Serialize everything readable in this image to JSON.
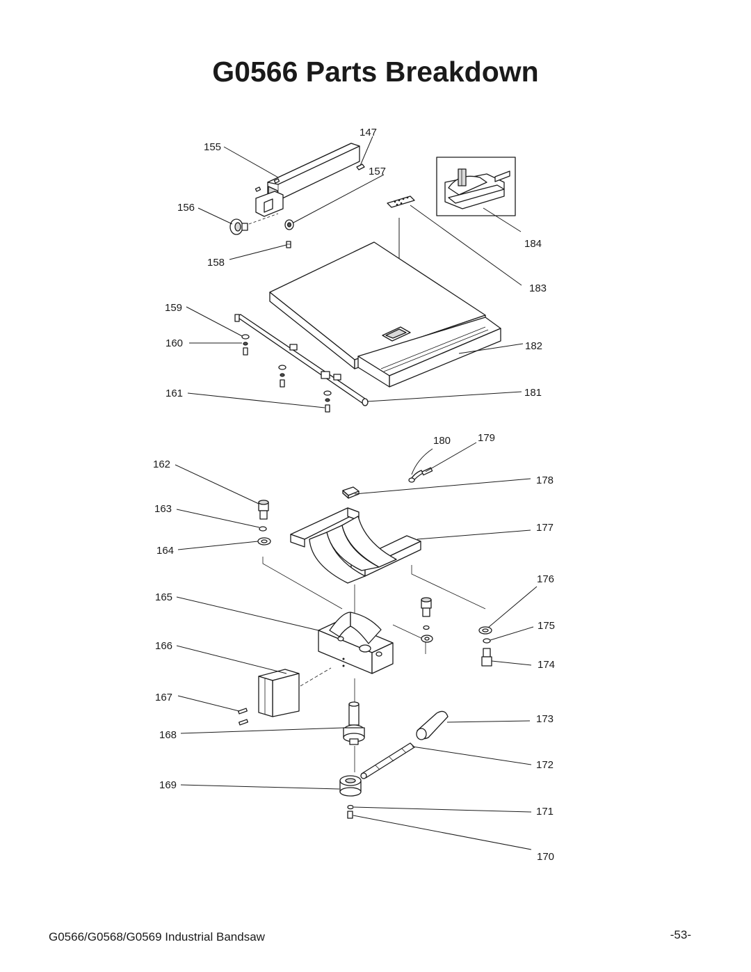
{
  "page": {
    "title": "G0566 Parts Breakdown",
    "footer_left": "G0566/G0568/G0569 Industrial Bandsaw",
    "footer_right": "-53-"
  },
  "callouts": {
    "c147": "147",
    "c155": "155",
    "c156": "156",
    "c157": "157",
    "c158": "158",
    "c159": "159",
    "c160": "160",
    "c161": "161",
    "c162": "162",
    "c163": "163",
    "c164": "164",
    "c165": "165",
    "c166": "166",
    "c167": "167",
    "c168": "168",
    "c169": "169",
    "c170": "170",
    "c171": "171",
    "c172": "172",
    "c173": "173",
    "c174": "174",
    "c175": "175",
    "c176": "176",
    "c177": "177",
    "c178": "178",
    "c179": "179",
    "c180": "180",
    "c181": "181",
    "c182": "182",
    "c183": "183",
    "c184": "184"
  }
}
